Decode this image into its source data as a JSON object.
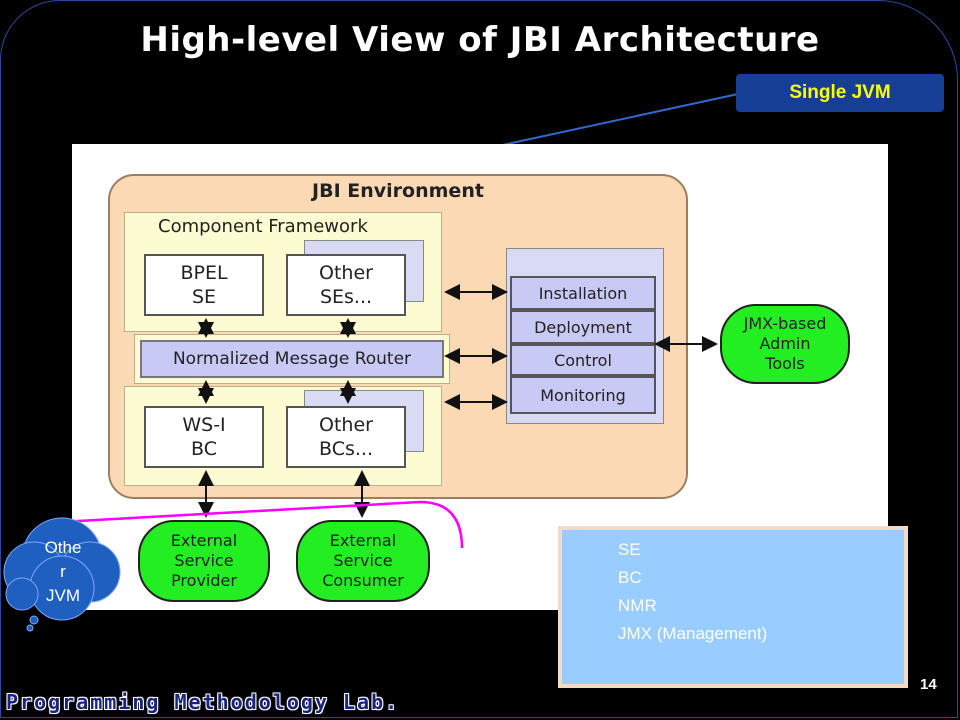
{
  "slide": {
    "title": "High-level View of JBI Architecture",
    "callout": "Single JVM",
    "page_number": "14",
    "lab_name": "Programming Methodology Lab."
  },
  "diagram": {
    "environment": "JBI Environment",
    "component_framework": "Component Framework",
    "bpel_se": [
      "BPEL",
      "SE"
    ],
    "other_ses": [
      "Other",
      "SEs..."
    ],
    "nmr": "Normalized Message Router",
    "wsi_bc": [
      "WS-I",
      "BC"
    ],
    "other_bcs": [
      "Other",
      "BCs..."
    ],
    "management": [
      "Installation",
      "Deployment",
      "Control",
      "Monitoring"
    ],
    "admin_tools": [
      "JMX-based",
      "Admin",
      "Tools"
    ],
    "external_provider": [
      "External",
      "Service",
      "Provider"
    ],
    "external_consumer": [
      "External",
      "Service",
      "Consumer"
    ]
  },
  "other_jvm": [
    "Othe",
    "r",
    "JVM"
  ],
  "legend": {
    "items": [
      "SE",
      "BC",
      "NMR",
      "JMX (Management)"
    ]
  },
  "colors": {
    "background": "#000000",
    "title": "#ffffff",
    "callout_bg": "#163e95",
    "callout_text": "#ffff00",
    "environment": "#fcd9b5",
    "framework": "#fdfbd2",
    "router": "#c9c9f6",
    "green": "#22ee22",
    "legend_bg": "#99ccff",
    "cloud": "#1e5fc0",
    "magenta_line": "#ff00ff"
  }
}
